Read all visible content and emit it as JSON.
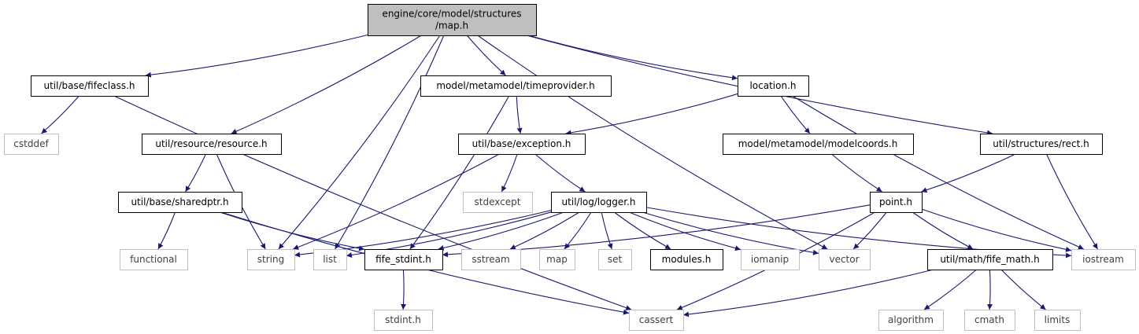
{
  "colors": {
    "edge": "#191970",
    "root_fill": "#bfbfbf",
    "box_border": "#000000",
    "external_border": "#bfbfbf",
    "text": "#000000",
    "external_text": "#404040"
  },
  "nodes": [
    {
      "id": "root",
      "kind": "root",
      "lines": [
        "engine/core/model/structures",
        "/map.h"
      ]
    },
    {
      "id": "fifeclass",
      "kind": "file",
      "lines": [
        "util/base/fifeclass.h"
      ]
    },
    {
      "id": "timeprovider",
      "kind": "file",
      "lines": [
        "model/metamodel/timeprovider.h"
      ]
    },
    {
      "id": "location",
      "kind": "file",
      "lines": [
        "location.h"
      ]
    },
    {
      "id": "cstddef",
      "kind": "external",
      "lines": [
        "cstddef"
      ]
    },
    {
      "id": "resource",
      "kind": "file",
      "lines": [
        "util/resource/resource.h"
      ]
    },
    {
      "id": "exception",
      "kind": "file",
      "lines": [
        "util/base/exception.h"
      ]
    },
    {
      "id": "modelcoords",
      "kind": "file",
      "lines": [
        "model/metamodel/modelcoords.h"
      ]
    },
    {
      "id": "rect",
      "kind": "file",
      "lines": [
        "util/structures/rect.h"
      ]
    },
    {
      "id": "sharedptr",
      "kind": "file",
      "lines": [
        "util/base/sharedptr.h"
      ]
    },
    {
      "id": "stdexcept",
      "kind": "external",
      "lines": [
        "stdexcept"
      ]
    },
    {
      "id": "logger",
      "kind": "file",
      "lines": [
        "util/log/logger.h"
      ]
    },
    {
      "id": "point",
      "kind": "file",
      "lines": [
        "point.h"
      ]
    },
    {
      "id": "functional",
      "kind": "external",
      "lines": [
        "functional"
      ]
    },
    {
      "id": "string",
      "kind": "external",
      "lines": [
        "string"
      ]
    },
    {
      "id": "list",
      "kind": "external",
      "lines": [
        "list"
      ]
    },
    {
      "id": "fife_stdint",
      "kind": "file",
      "lines": [
        "fife_stdint.h"
      ]
    },
    {
      "id": "sstream",
      "kind": "external",
      "lines": [
        "sstream"
      ]
    },
    {
      "id": "map",
      "kind": "external",
      "lines": [
        "map"
      ]
    },
    {
      "id": "set",
      "kind": "external",
      "lines": [
        "set"
      ]
    },
    {
      "id": "modules",
      "kind": "file",
      "lines": [
        "modules.h"
      ]
    },
    {
      "id": "iomanip",
      "kind": "external",
      "lines": [
        "iomanip"
      ]
    },
    {
      "id": "vector",
      "kind": "external",
      "lines": [
        "vector"
      ]
    },
    {
      "id": "fife_math",
      "kind": "file",
      "lines": [
        "util/math/fife_math.h"
      ]
    },
    {
      "id": "iostream",
      "kind": "external",
      "lines": [
        "iostream"
      ]
    },
    {
      "id": "stdint",
      "kind": "external",
      "lines": [
        "stdint.h"
      ]
    },
    {
      "id": "cassert",
      "kind": "external",
      "lines": [
        "cassert"
      ]
    },
    {
      "id": "algorithm",
      "kind": "external",
      "lines": [
        "algorithm"
      ]
    },
    {
      "id": "cmath",
      "kind": "external",
      "lines": [
        "cmath"
      ]
    },
    {
      "id": "limits",
      "kind": "external",
      "lines": [
        "limits"
      ]
    }
  ],
  "edges": [
    {
      "from": "root",
      "to": "fifeclass"
    },
    {
      "from": "root",
      "to": "resource"
    },
    {
      "from": "root",
      "to": "string"
    },
    {
      "from": "root",
      "to": "list"
    },
    {
      "from": "root",
      "to": "timeprovider"
    },
    {
      "from": "root",
      "to": "vector"
    },
    {
      "from": "root",
      "to": "location"
    },
    {
      "from": "root",
      "to": "rect"
    },
    {
      "from": "fifeclass",
      "to": "cstddef"
    },
    {
      "from": "fifeclass",
      "to": "cassert"
    },
    {
      "from": "resource",
      "to": "sharedptr"
    },
    {
      "from": "resource",
      "to": "string"
    },
    {
      "from": "sharedptr",
      "to": "functional"
    },
    {
      "from": "sharedptr",
      "to": "cassert"
    },
    {
      "from": "sharedptr",
      "to": "fife_stdint"
    },
    {
      "from": "timeprovider",
      "to": "exception"
    },
    {
      "from": "timeprovider",
      "to": "fife_stdint"
    },
    {
      "from": "exception",
      "to": "string"
    },
    {
      "from": "exception",
      "to": "stdexcept"
    },
    {
      "from": "exception",
      "to": "logger"
    },
    {
      "from": "logger",
      "to": "string"
    },
    {
      "from": "logger",
      "to": "list"
    },
    {
      "from": "logger",
      "to": "fife_stdint"
    },
    {
      "from": "logger",
      "to": "sstream"
    },
    {
      "from": "logger",
      "to": "map"
    },
    {
      "from": "logger",
      "to": "set"
    },
    {
      "from": "logger",
      "to": "modules"
    },
    {
      "from": "logger",
      "to": "iomanip"
    },
    {
      "from": "logger",
      "to": "vector"
    },
    {
      "from": "logger",
      "to": "iostream"
    },
    {
      "from": "fife_stdint",
      "to": "stdint"
    },
    {
      "from": "location",
      "to": "exception"
    },
    {
      "from": "location",
      "to": "modelcoords"
    },
    {
      "from": "location",
      "to": "iostream"
    },
    {
      "from": "modelcoords",
      "to": "point"
    },
    {
      "from": "rect",
      "to": "point"
    },
    {
      "from": "rect",
      "to": "iostream"
    },
    {
      "from": "point",
      "to": "fife_stdint"
    },
    {
      "from": "point",
      "to": "vector"
    },
    {
      "from": "point",
      "to": "cassert"
    },
    {
      "from": "point",
      "to": "fife_math"
    },
    {
      "from": "point",
      "to": "iostream"
    },
    {
      "from": "fife_math",
      "to": "cassert"
    },
    {
      "from": "fife_math",
      "to": "algorithm"
    },
    {
      "from": "fife_math",
      "to": "cmath"
    },
    {
      "from": "fife_math",
      "to": "limits"
    }
  ]
}
